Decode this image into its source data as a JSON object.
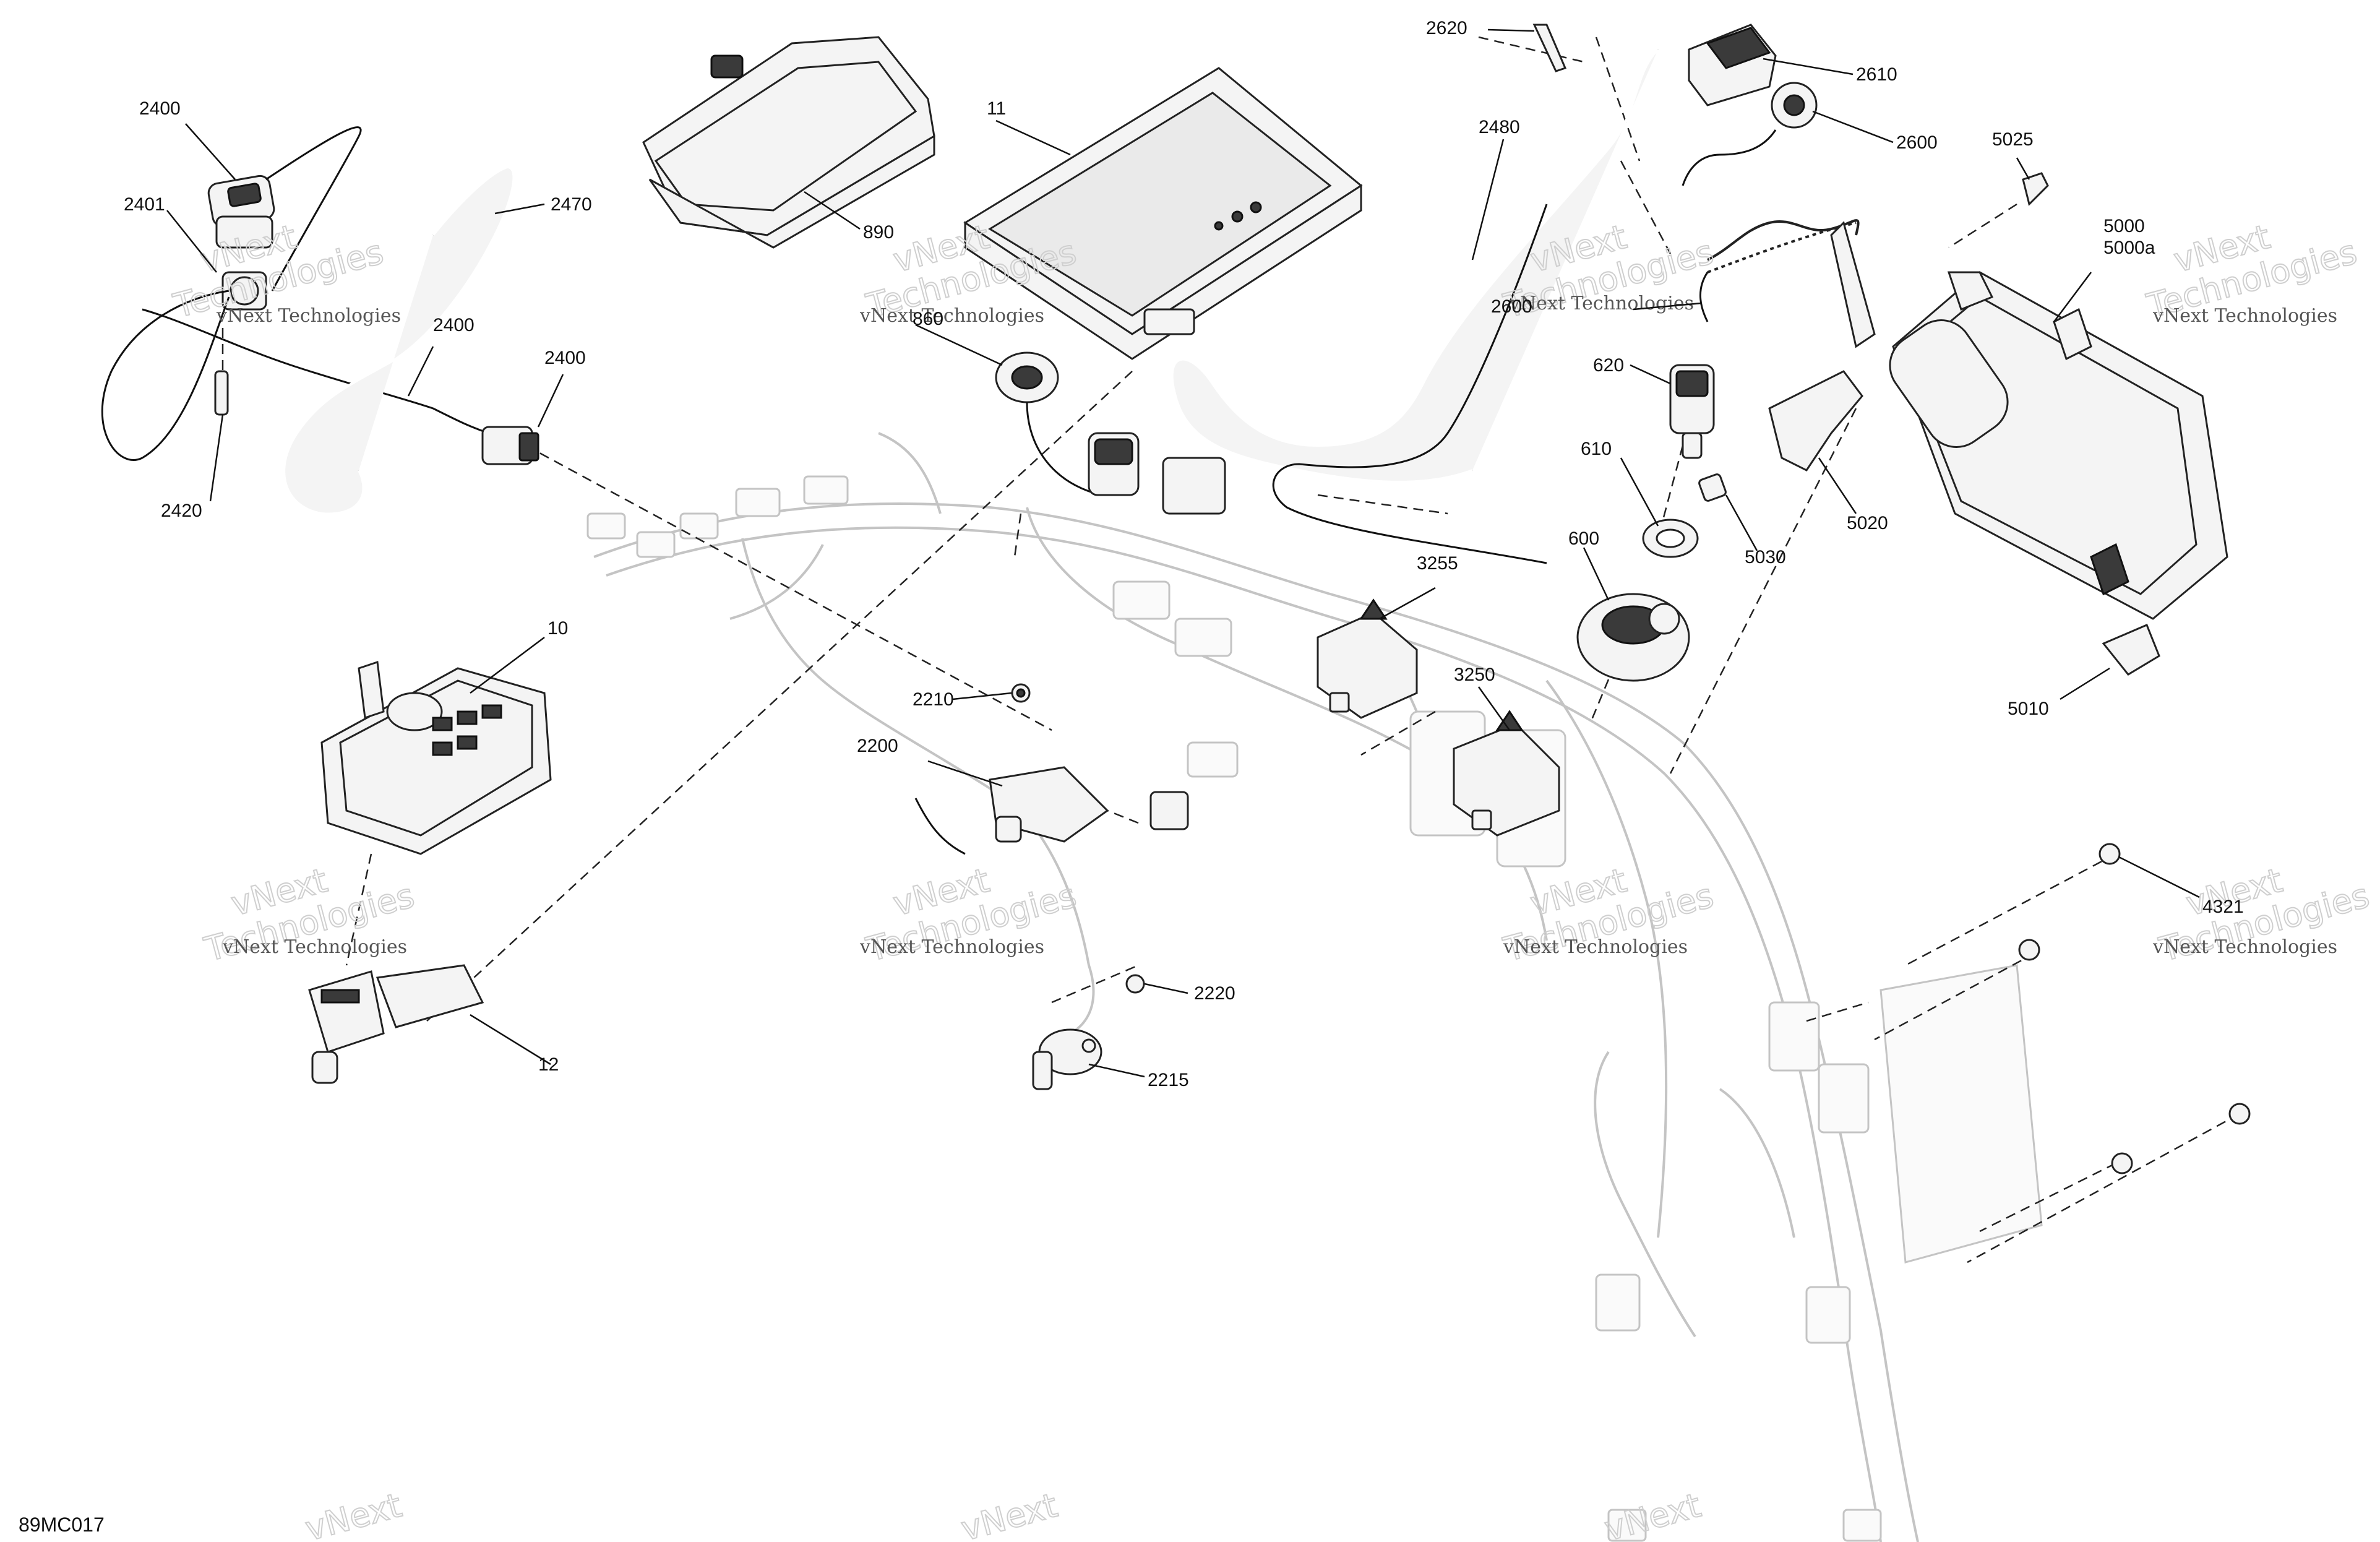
{
  "figure_code": "89MC017",
  "watermark": {
    "line1": "vNext",
    "line2": "Technologies",
    "caption": "vNext Technologies"
  },
  "callouts": {
    "c2400a": "2400",
    "c2401": "2401",
    "c2470": "2470",
    "c2400b": "2400",
    "c2400c": "2400",
    "c2420": "2420",
    "c890": "890",
    "c11": "11",
    "c860": "860",
    "c2620": "2620",
    "c2610": "2610",
    "c2600a": "2600",
    "c2480": "2480",
    "c2600b": "2600",
    "c620": "620",
    "c610": "610",
    "c600": "600",
    "c5025": "5025",
    "c5000": "5000",
    "c5000a": "5000a",
    "c5020": "5020",
    "c5030": "5030",
    "c5010": "5010",
    "c3255": "3255",
    "c3250": "3250",
    "c10": "10",
    "c2210": "2210",
    "c2200": "2200",
    "c2220": "2220",
    "c2215": "2215",
    "c12": "12",
    "c4321": "4321"
  }
}
